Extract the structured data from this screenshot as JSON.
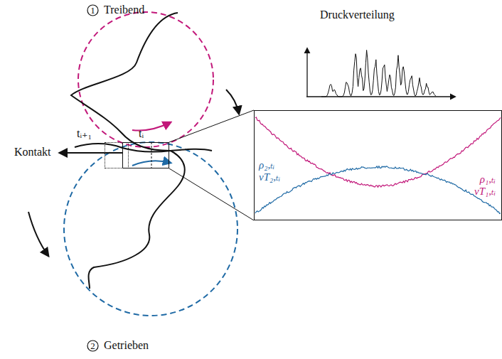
{
  "diagram": {
    "nodes": [
      {
        "text": [
          "1",
          "Treibend"
        ]
      },
      {
        "text": [
          "tᵢ₊₁"
        ]
      },
      {
        "text": [
          "tᵢ"
        ]
      },
      {
        "text": [
          "ρ₂,ₜᵢ vT₂,ₜᵢ",
          "ρ₁,ₜᵢ vT₁,ₜᵢ"
        ]
      },
      {
        "text": [
          "2",
          "Getrieben"
        ]
      }
    ],
    "edges": [
      {
        "from": 2,
        "to": 3,
        "arrow": "none"
      }
    ],
    "labels": [
      "Druckverteilung",
      "Kontakt"
    ]
  }
}
